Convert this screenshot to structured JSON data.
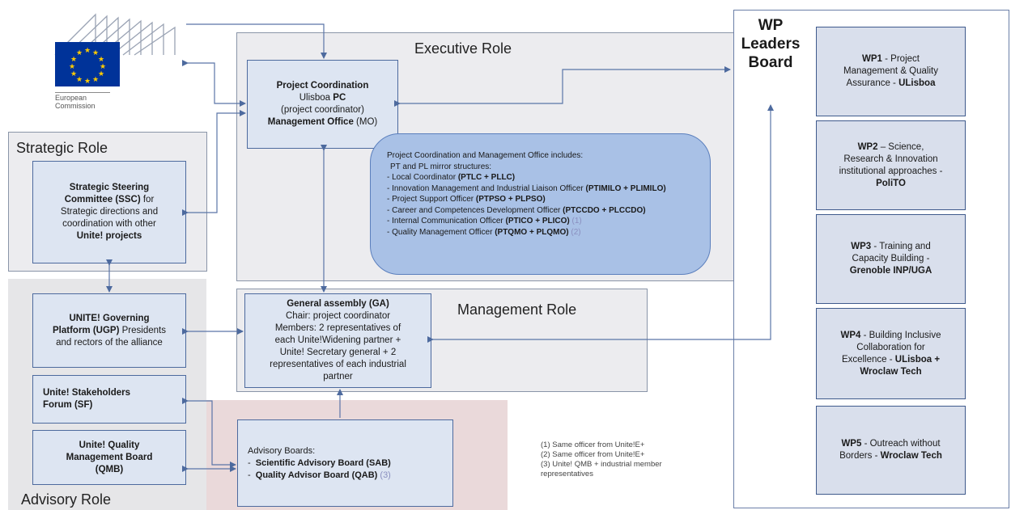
{
  "logo": {
    "name_line1": "European",
    "name_line2": "Commission",
    "colors": {
      "flag": "#003399",
      "stars": "#ffcc00"
    }
  },
  "roles": {
    "executive": "Executive Role",
    "strategic": "Strategic Role",
    "management": "Management Role",
    "advisory": "Advisory Role"
  },
  "project_coordination": {
    "line1": "Project Coordination",
    "line2a": "Ulisboa ",
    "line2b": "PC",
    "line3": "(project coordinator)",
    "line4a": "Management Office",
    "line4b": " (MO)"
  },
  "includes": {
    "heading": "Project Coordination and Management Office includes:",
    "subheading": "PT and PL mirror structures:",
    "items": [
      {
        "text": "- Local Coordinator ",
        "bold": "(PTLC + PLLC)",
        "note": ""
      },
      {
        "text": "- Innovation Management and Industrial Liaison Officer ",
        "bold": "(PTIMILO + PLIMILO)",
        "note": ""
      },
      {
        "text": "- Project Support Officer ",
        "bold": "(PTPSO + PLPSO)",
        "note": ""
      },
      {
        "text": "- Career and Competences Development Officer ",
        "bold": "(PTCCDO + PLCCDO)",
        "note": ""
      },
      {
        "text": "- Internal Communication Officer  ",
        "bold": "(PTICO + PLICO)",
        "note": " (1)"
      },
      {
        "text": "- Quality Management Officer ",
        "bold": "(PTQMO + PLQMO)",
        "note": " (2)"
      }
    ]
  },
  "wp_leaders": {
    "line1": "WP",
    "line2": "Leaders",
    "line3": "Board"
  },
  "strategic_committee": {
    "bold1": "Strategic Steering",
    "bold2": "Committee (SSC)",
    "text2": " for",
    "text3": "Strategic directions and",
    "text4": "coordination with other",
    "bold5": "Unite! projects"
  },
  "general_assembly": {
    "title": "General assembly (GA)",
    "line2": "Chair: project coordinator",
    "line3": "Members: 2 representatives of",
    "line4": "each Unite!Widening partner +",
    "line5": "Unite! Secretary general + 2",
    "line6": "representatives of each industrial",
    "line7": "partner"
  },
  "governing": {
    "bold1": "UNITE! Governing",
    "bold2": "Platform (UGP)",
    "text2": " Presidents",
    "text3": "and rectors of the alliance"
  },
  "stakeholders": {
    "line1": "Unite! Stakeholders",
    "line2": "Forum (SF)"
  },
  "qmb": {
    "line1": "Unite! Quality",
    "line2": "Management Board",
    "line3": "(QMB)"
  },
  "advisory_boards": {
    "heading": "Advisory Boards:",
    "item1": "Scientific Advisory Board (SAB)",
    "item2": "Quality Advisor Board (QAB)",
    "item2_note": " (3)"
  },
  "footnotes": [
    "(1) Same officer from Unite!E+",
    "(2) Same officer from Unite!E+",
    "(3) Unite! QMB + industrial member",
    "representatives"
  ],
  "work_packages": [
    {
      "id": "WP1",
      "rest1": " - Project",
      "rest2": "Management & Quality",
      "rest3": "Assurance - ",
      "lead": "ULisboa"
    },
    {
      "id": "WP2",
      "rest1": " – Science,",
      "rest2": "Research  & Innovation",
      "rest3": "institutional approaches -",
      "lead": "PoliTO"
    },
    {
      "id": "WP3",
      "rest1": " - Training and",
      "rest2": "Capacity Building -",
      "rest3": "",
      "lead": "Grenoble INP/UGA"
    },
    {
      "id": "WP4",
      "rest1": " - Building Inclusive",
      "rest2": "Collaboration for",
      "rest3": "Excellence - ",
      "lead": "ULisboa +",
      "lead2": "Wroclaw Tech"
    },
    {
      "id": "WP5",
      "rest1": " - Outreach without",
      "rest2": "Borders - ",
      "rest3": "",
      "lead": "Wroclaw Tech"
    }
  ]
}
